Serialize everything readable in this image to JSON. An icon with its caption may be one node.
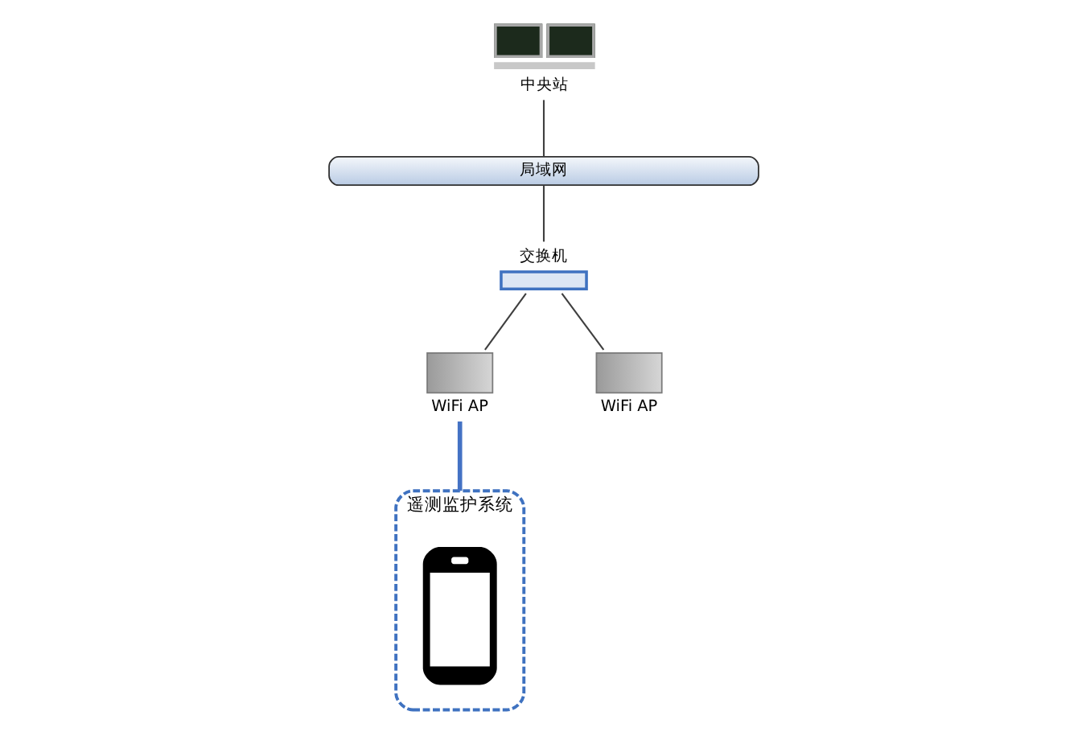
{
  "diagram": {
    "nodes": [
      {
        "text": [
          "中央站"
        ]
      },
      {
        "text": [
          "局域网"
        ]
      },
      {
        "text": [
          "交换机"
        ]
      },
      {
        "text": [
          "WiFi AP"
        ]
      },
      {
        "text": [
          "WiFi AP"
        ]
      },
      {
        "text": [
          "遥测监护系统"
        ]
      },
      {
        "text": [],
        "shape": "picture",
        "in": 5
      }
    ],
    "edges": [
      {
        "from": 0,
        "to": 1,
        "arrow": "none"
      },
      {
        "from": 1,
        "to": 2,
        "arrow": "none"
      },
      {
        "from": 2,
        "to": 3,
        "arrow": "none"
      },
      {
        "from": 2,
        "to": 4,
        "arrow": "none"
      },
      {
        "from": 3,
        "to": 5,
        "arrow": "none",
        "style": "thick",
        "color": "#4472c4"
      }
    ]
  }
}
